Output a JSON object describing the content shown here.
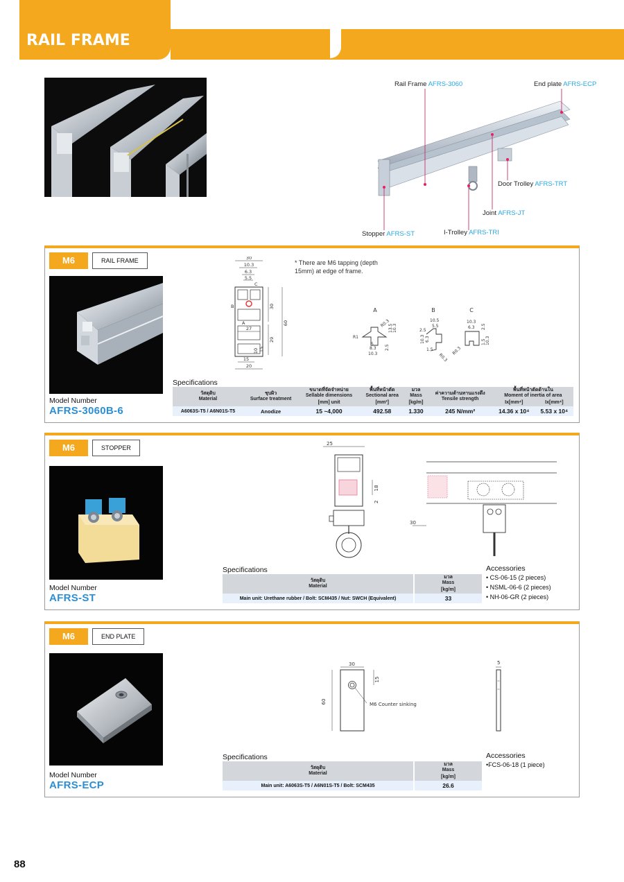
{
  "header": {
    "title": "RAIL FRAME"
  },
  "hero": {
    "callouts": [
      {
        "label": "Rail Frame",
        "code": "AFRS-3060"
      },
      {
        "label": "End plate",
        "code": "AFRS-ECP"
      },
      {
        "label": "Door Trolley",
        "code": "AFRS-TRT"
      },
      {
        "label": "Joint",
        "code": "AFRS-JT"
      },
      {
        "label": "Stopper",
        "code": "AFRS-ST"
      },
      {
        "label": "I-Trolley",
        "code": "AFRS-TRI"
      }
    ]
  },
  "cards": [
    {
      "badge": "M6",
      "tag": "RAIL FRAME",
      "model_label": "Model Number",
      "model_code": "AFRS-3060B-6",
      "note": "* There are M6 tapping (depth 15mm) at edge of frame.",
      "section_labels": [
        "A",
        "B",
        "C"
      ],
      "spec_title": "Specifications",
      "table": {
        "headers": [
          {
            "th": "วัสดุดิบ",
            "en": "Material",
            "unit": ""
          },
          {
            "th": "ชุบผิว",
            "en": "Surface treatment",
            "unit": ""
          },
          {
            "th": "ขนาดที่จัดจำหน่าย",
            "en": "Sellable dimensions",
            "unit": "[mm] unit"
          },
          {
            "th": "พื้นที่หน้าตัด",
            "en": "Sectional area",
            "unit": "[mm²]"
          },
          {
            "th": "มวล",
            "en": "Mass",
            "unit": "[kg/m]"
          },
          {
            "th": "ค่าความต้านทานแรงดึง",
            "en": "Tensile strength",
            "unit": ""
          },
          {
            "th": "พื้นที่หน้าตัดด้านใน",
            "en": "Moment of inertia of area",
            "unit1": "Ix[mm⁴]",
            "unit2": "Ix[mm⁴]"
          }
        ],
        "row": [
          "A6063S-T5 / A6N01S-T5",
          "Anodize",
          "15 ~4,000",
          "492.58",
          "1.330",
          "245 N/mm²",
          "14.36 x 10⁴",
          "5.53 x 10⁴"
        ]
      },
      "dims": {
        "d30": "30",
        "d103": "10.3",
        "d63": "6.3",
        "d55": "5.5",
        "dC": "C",
        "dB": "B",
        "dA": "A",
        "d30v": "30",
        "d60": "60",
        "d29": "29",
        "d27": "27",
        "d15v": "15",
        "d10v": "10",
        "d15h": "15",
        "d20": "20",
        "a_r1": "R1",
        "a_r03": "R0.3",
        "a_103": "10.3",
        "a_83": "8.3",
        "a_5": "5",
        "a_25": "2.5",
        "a_135": "13.5",
        "a_103v": "10.3",
        "b_105": "10.5",
        "b_55": "5.5",
        "b_25": "2.5",
        "b_103": "10.3",
        "b_63": "6.3",
        "b_15": "1.5",
        "b_r03": "R0.3",
        "c_103": "10.3",
        "c_63": "6.3",
        "c_25": "2.5",
        "c_15": "1.5",
        "c_103v": "10.3",
        "c_r03": "R0.3"
      }
    },
    {
      "badge": "M6",
      "tag": "STOPPER",
      "model_label": "Model Number",
      "model_code": "AFRS-ST",
      "spec_title": "Specifications",
      "table": {
        "headers": [
          {
            "th": "วัสดุดิบ",
            "en": "Material"
          },
          {
            "th": "มวล",
            "en": "Mass",
            "unit": "[kg/m]"
          }
        ],
        "row": [
          "Main unit: Urethane rubber / Bolt: SCM435 / Nut: SWCH (Equivalent)",
          "33"
        ]
      },
      "accessories_title": "Accessories",
      "accessories": [
        "• CS-06-15 (2 pieces)",
        "• NSML-06-6 (2 pieces)",
        "• NH-06-GR (2 pieces)"
      ],
      "dims": {
        "d25": "25",
        "d18": "18",
        "d2": "2",
        "d30": "30"
      }
    },
    {
      "badge": "M6",
      "tag": "END PLATE",
      "model_label": "Model Number",
      "model_code": "AFRS-ECP",
      "spec_title": "Specifications",
      "table": {
        "headers": [
          {
            "th": "วัสดุดิบ",
            "en": "Material"
          },
          {
            "th": "มวล",
            "en": "Mass",
            "unit": "[kg/m]"
          }
        ],
        "row": [
          "Main unit: A6063S-T5 / A6N01S-T5 / Bolt: SCM435",
          "26.6"
        ]
      },
      "accessories_title": "Accessories",
      "accessories": [
        "•FCS-06-18 (1 piece)"
      ],
      "dims": {
        "d30": "30",
        "d15": "15",
        "d60": "60",
        "d5": "5",
        "sink": "M6 Counter sinking"
      }
    }
  ],
  "page_number": "88"
}
